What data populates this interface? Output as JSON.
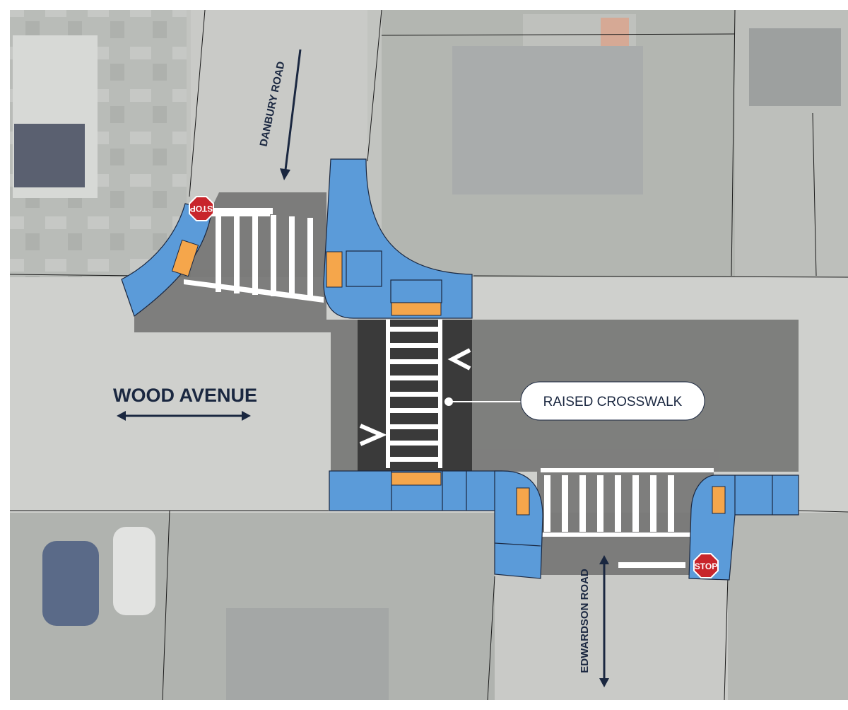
{
  "labels": {
    "wood_avenue": "WOOD AVENUE",
    "danbury_road": "DANBURY ROAD",
    "edwardson_road": "EDWARDSON ROAD",
    "raised_crosswalk": "RAISED CROSSWALK",
    "stop_sign_1": "STOP",
    "stop_sign_2": "STOP"
  },
  "colors": {
    "curb_extension": "#5b9bd9",
    "tactile_pad": "#f5a64b",
    "raised_crosswalk_surface": "#3a3a3a",
    "pavement_overlay": "#4a4a4a",
    "stop_sign": "#c8252b",
    "label_text": "#1a2740"
  },
  "icons": [
    "stop-sign-icon",
    "two-way-arrow-icon",
    "one-way-arrow-icon",
    "chevron-icon"
  ]
}
